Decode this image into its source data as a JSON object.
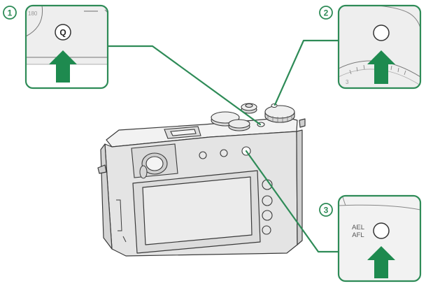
{
  "callouts": [
    {
      "number": "1",
      "button_label": "Q"
    },
    {
      "number": "2",
      "button_label": ""
    },
    {
      "number": "3",
      "button_label_line1": "AEL",
      "button_label_line2": "AFL"
    }
  ],
  "colors": {
    "accent_green": "#2e8b57",
    "arrow_green": "#1e8a4f",
    "body_gray": "#e6e6e6",
    "outline": "#3a3a3a"
  }
}
